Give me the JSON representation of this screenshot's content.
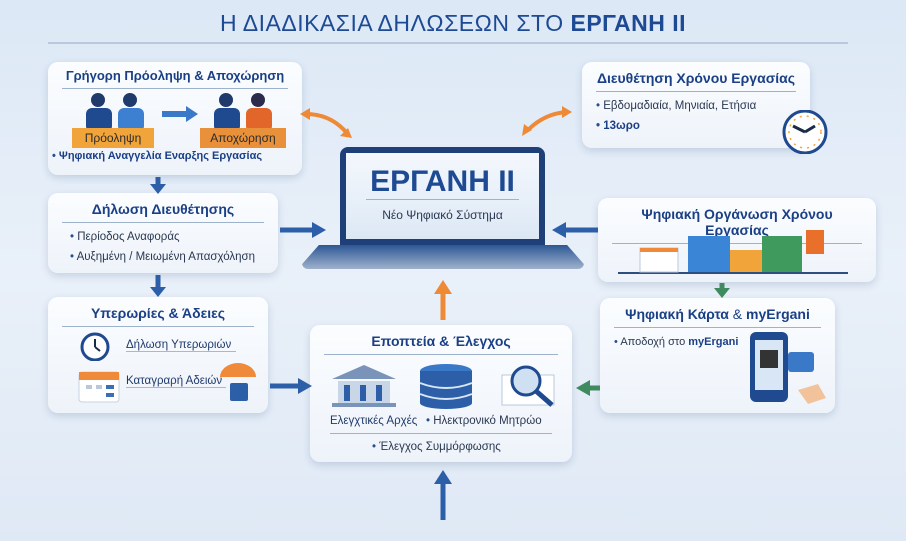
{
  "title": {
    "prefix": "Η ΔΙΑΔΙΚΑΣΙΑ ΔΗΛΩΣΕΩΝ ΣΤΟ ",
    "bold": "ΕΡΓΑΝΗ ΙΙ"
  },
  "hiring": {
    "title": "Γρήγορη Πρόοληψη & Αποχώρηση",
    "tag_hire": "Πρόοληψη",
    "tag_leave": "Αποχώρηση",
    "bullet": "Ψηφιακή Αναγγελία Εναρξης Εργασίας"
  },
  "arrangement": {
    "title": "Δήλωση Διευθέτησης",
    "bullets": [
      "Περίοδος Αναφοράς",
      "Αυξημένη / Μειωμένη Απασχόληση"
    ]
  },
  "overtime": {
    "title": "Υπερωρίες & Άδειες",
    "items": [
      "Δήλωση Υπερωριών",
      "Καταγραρή Αδειών"
    ]
  },
  "worktime": {
    "title": "Διευθέτηση Χρόνου Εργασίας",
    "bullets": [
      "Εβδομαδιαία, Μηνιαία, Ετήσια",
      "13ωρο"
    ]
  },
  "digital_org": {
    "title": "Ψηφιακή Οργάνωση Χρόνου Εργασίας"
  },
  "card": {
    "title_a": "Ψηφιακή Κάρτα",
    "title_amp": " & ",
    "title_b": "myErgani",
    "bullet_a": "Αποδοχή στο ",
    "bullet_b": "myErgani"
  },
  "laptop": {
    "title": "ΕΡΓΑΝΗ ΙΙ",
    "subtitle": "Νέο Ψηφιακό Σύστημα"
  },
  "supervision": {
    "title": "Εποπτεία & Έλεγχος",
    "label_a": "Ελεγχτικές Αρχές",
    "label_b": "Ηλεκτρονικό Μητρώο",
    "bullet": "Έλεγχος Συμμόρφωσης"
  },
  "colors": {
    "navy": "#1a3f85",
    "orange": "#f0a43a",
    "green": "#3f8a5e"
  }
}
